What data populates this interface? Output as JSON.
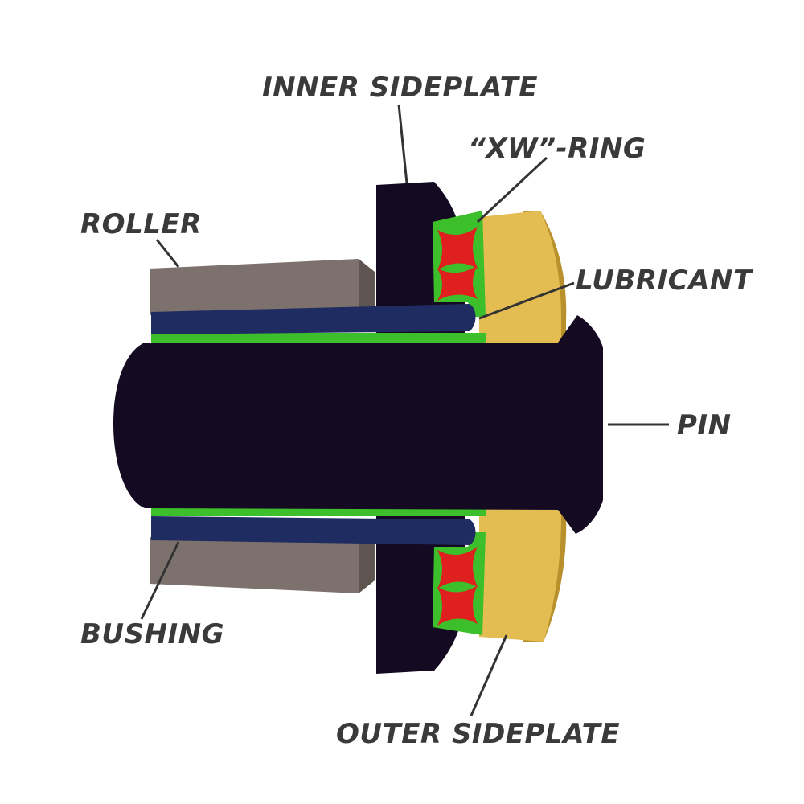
{
  "labels": {
    "inner_sideplate": "INNER SIDEPLATE",
    "xw_ring": "“XW”-RING",
    "roller": "ROLLER",
    "lubricant": "LUBRICANT",
    "pin": "PIN",
    "bushing": "BUSHING",
    "outer_sideplate": "OUTER SIDEPLATE"
  },
  "colors": {
    "background": "#ffffff",
    "pin": "#140a22",
    "inner_sideplate": "#140a22",
    "roller": "#7c716c",
    "roller_shade": "#5e5550",
    "bushing": "#1f2c62",
    "lubricant": "#3cbf2a",
    "xw_ring": "#e0201e",
    "outer_sideplate": "#e3bc52",
    "outer_sideplate_shade": "#b8902c",
    "leader_line": "#333333",
    "label_text": "#3a3a3a"
  }
}
